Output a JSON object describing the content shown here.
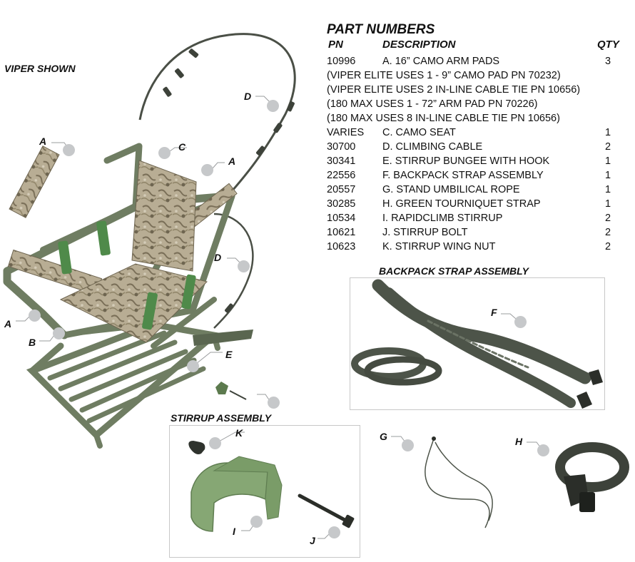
{
  "header": {
    "title": "PART NUMBERS",
    "col_pn": "PN",
    "col_description": "DESCRIPTION",
    "col_qty": "QTY"
  },
  "viper_label": "VIPER SHOWN",
  "parts": [
    {
      "pn": "10996",
      "description": "A.  16” CAMO ARM PADS",
      "qty": "3"
    },
    {
      "note": "(VIPER ELITE USES 1 - 9” CAMO PAD PN 70232)"
    },
    {
      "note": "(VIPER ELITE USES 2 IN-LINE CABLE TIE PN 10656)"
    },
    {
      "note": "(180 MAX USES 1 - 72” ARM PAD PN 70226)"
    },
    {
      "note": "(180 MAX USES 8 IN-LINE CABLE TIE PN 10656)"
    },
    {
      "pn": "VARIES",
      "description": "C. CAMO SEAT",
      "qty": "1"
    },
    {
      "pn": "30700",
      "description": "D.  CLIMBING CABLE",
      "qty": "2"
    },
    {
      "pn": "30341",
      "description": "E.  STIRRUP BUNGEE WITH HOOK",
      "qty": "1"
    },
    {
      "pn": "22556",
      "description": "F.  BACKPACK STRAP ASSEMBLY",
      "qty": "1"
    },
    {
      "pn": "20557",
      "description": "G.  STAND UMBILICAL ROPE",
      "qty": "1"
    },
    {
      "pn": "30285",
      "description": "H.  GREEN TOURNIQUET STRAP",
      "qty": "1"
    },
    {
      "pn": "10534",
      "description": "I.  RAPIDCLIMB STIRRUP",
      "qty": "2"
    },
    {
      "pn": "10621",
      "description": "J.  STIRRUP BOLT",
      "qty": "2"
    },
    {
      "pn": "10623",
      "description": "K.  STIRRUP WING NUT",
      "qty": "2"
    }
  ],
  "backpack_label": "BACKPACK STRAP ASSEMBLY",
  "stirrup_label": "STIRRUP ASSEMBLY",
  "callouts": {
    "a1": "A",
    "a2": "A",
    "a3": "A",
    "b": "B",
    "c": "C",
    "d1": "D",
    "d2": "D",
    "e": "E",
    "f": "F",
    "g": "G",
    "h": "H",
    "i": "I",
    "j": "J",
    "k": "K"
  },
  "colors": {
    "frame": "#6f7d62",
    "frame_dark": "#4e5a45",
    "strap_green": "#4f8a4a",
    "camo_light": "#b5a98f",
    "camo_dark": "#6e6550",
    "stirrup_green": "#86a774",
    "strap_gray": "#4d5449",
    "dot_gray": "#c6c8ca",
    "box_border": "#c8c8c8"
  }
}
